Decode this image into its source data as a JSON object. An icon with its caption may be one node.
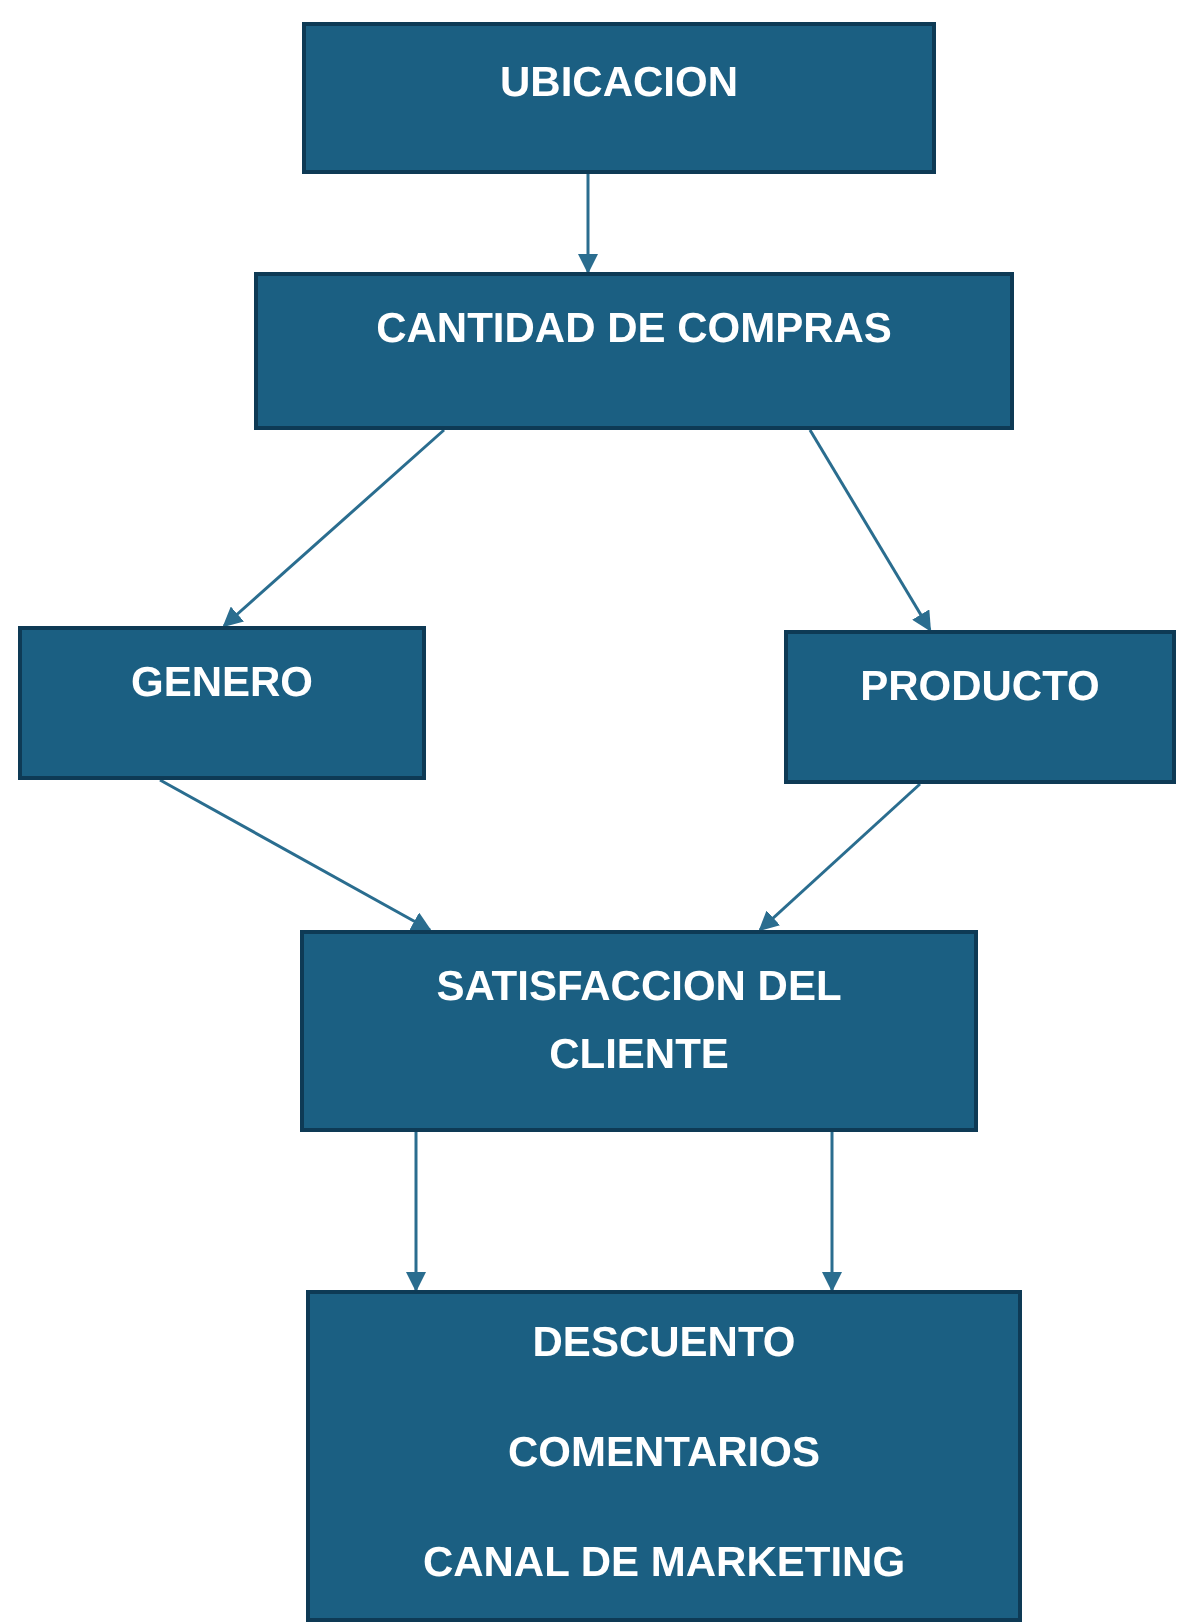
{
  "diagram": {
    "nodes": [
      {
        "text": [
          "UBICACION"
        ]
      },
      {
        "text": [
          "CANTIDAD DE COMPRAS"
        ]
      },
      {
        "text": [
          "GENERO"
        ]
      },
      {
        "text": [
          "PRODUCTO"
        ]
      },
      {
        "text": [
          "SATISFACCION DEL CLIENTE"
        ]
      },
      {
        "text": [
          "DESCUENTO",
          "COMENTARIOS",
          "CANAL DE MARKETING"
        ]
      }
    ],
    "edges": [
      {
        "from": 0,
        "to": 1,
        "arrow": "to"
      },
      {
        "from": 1,
        "to": 2,
        "arrow": "to"
      },
      {
        "from": 1,
        "to": 3,
        "arrow": "to"
      },
      {
        "from": 2,
        "to": 4,
        "arrow": "to"
      },
      {
        "from": 3,
        "to": 4,
        "arrow": "to"
      },
      {
        "from": 4,
        "to": 5,
        "arrow": "to"
      },
      {
        "from": 4,
        "to": 5,
        "arrow": "to"
      }
    ]
  }
}
